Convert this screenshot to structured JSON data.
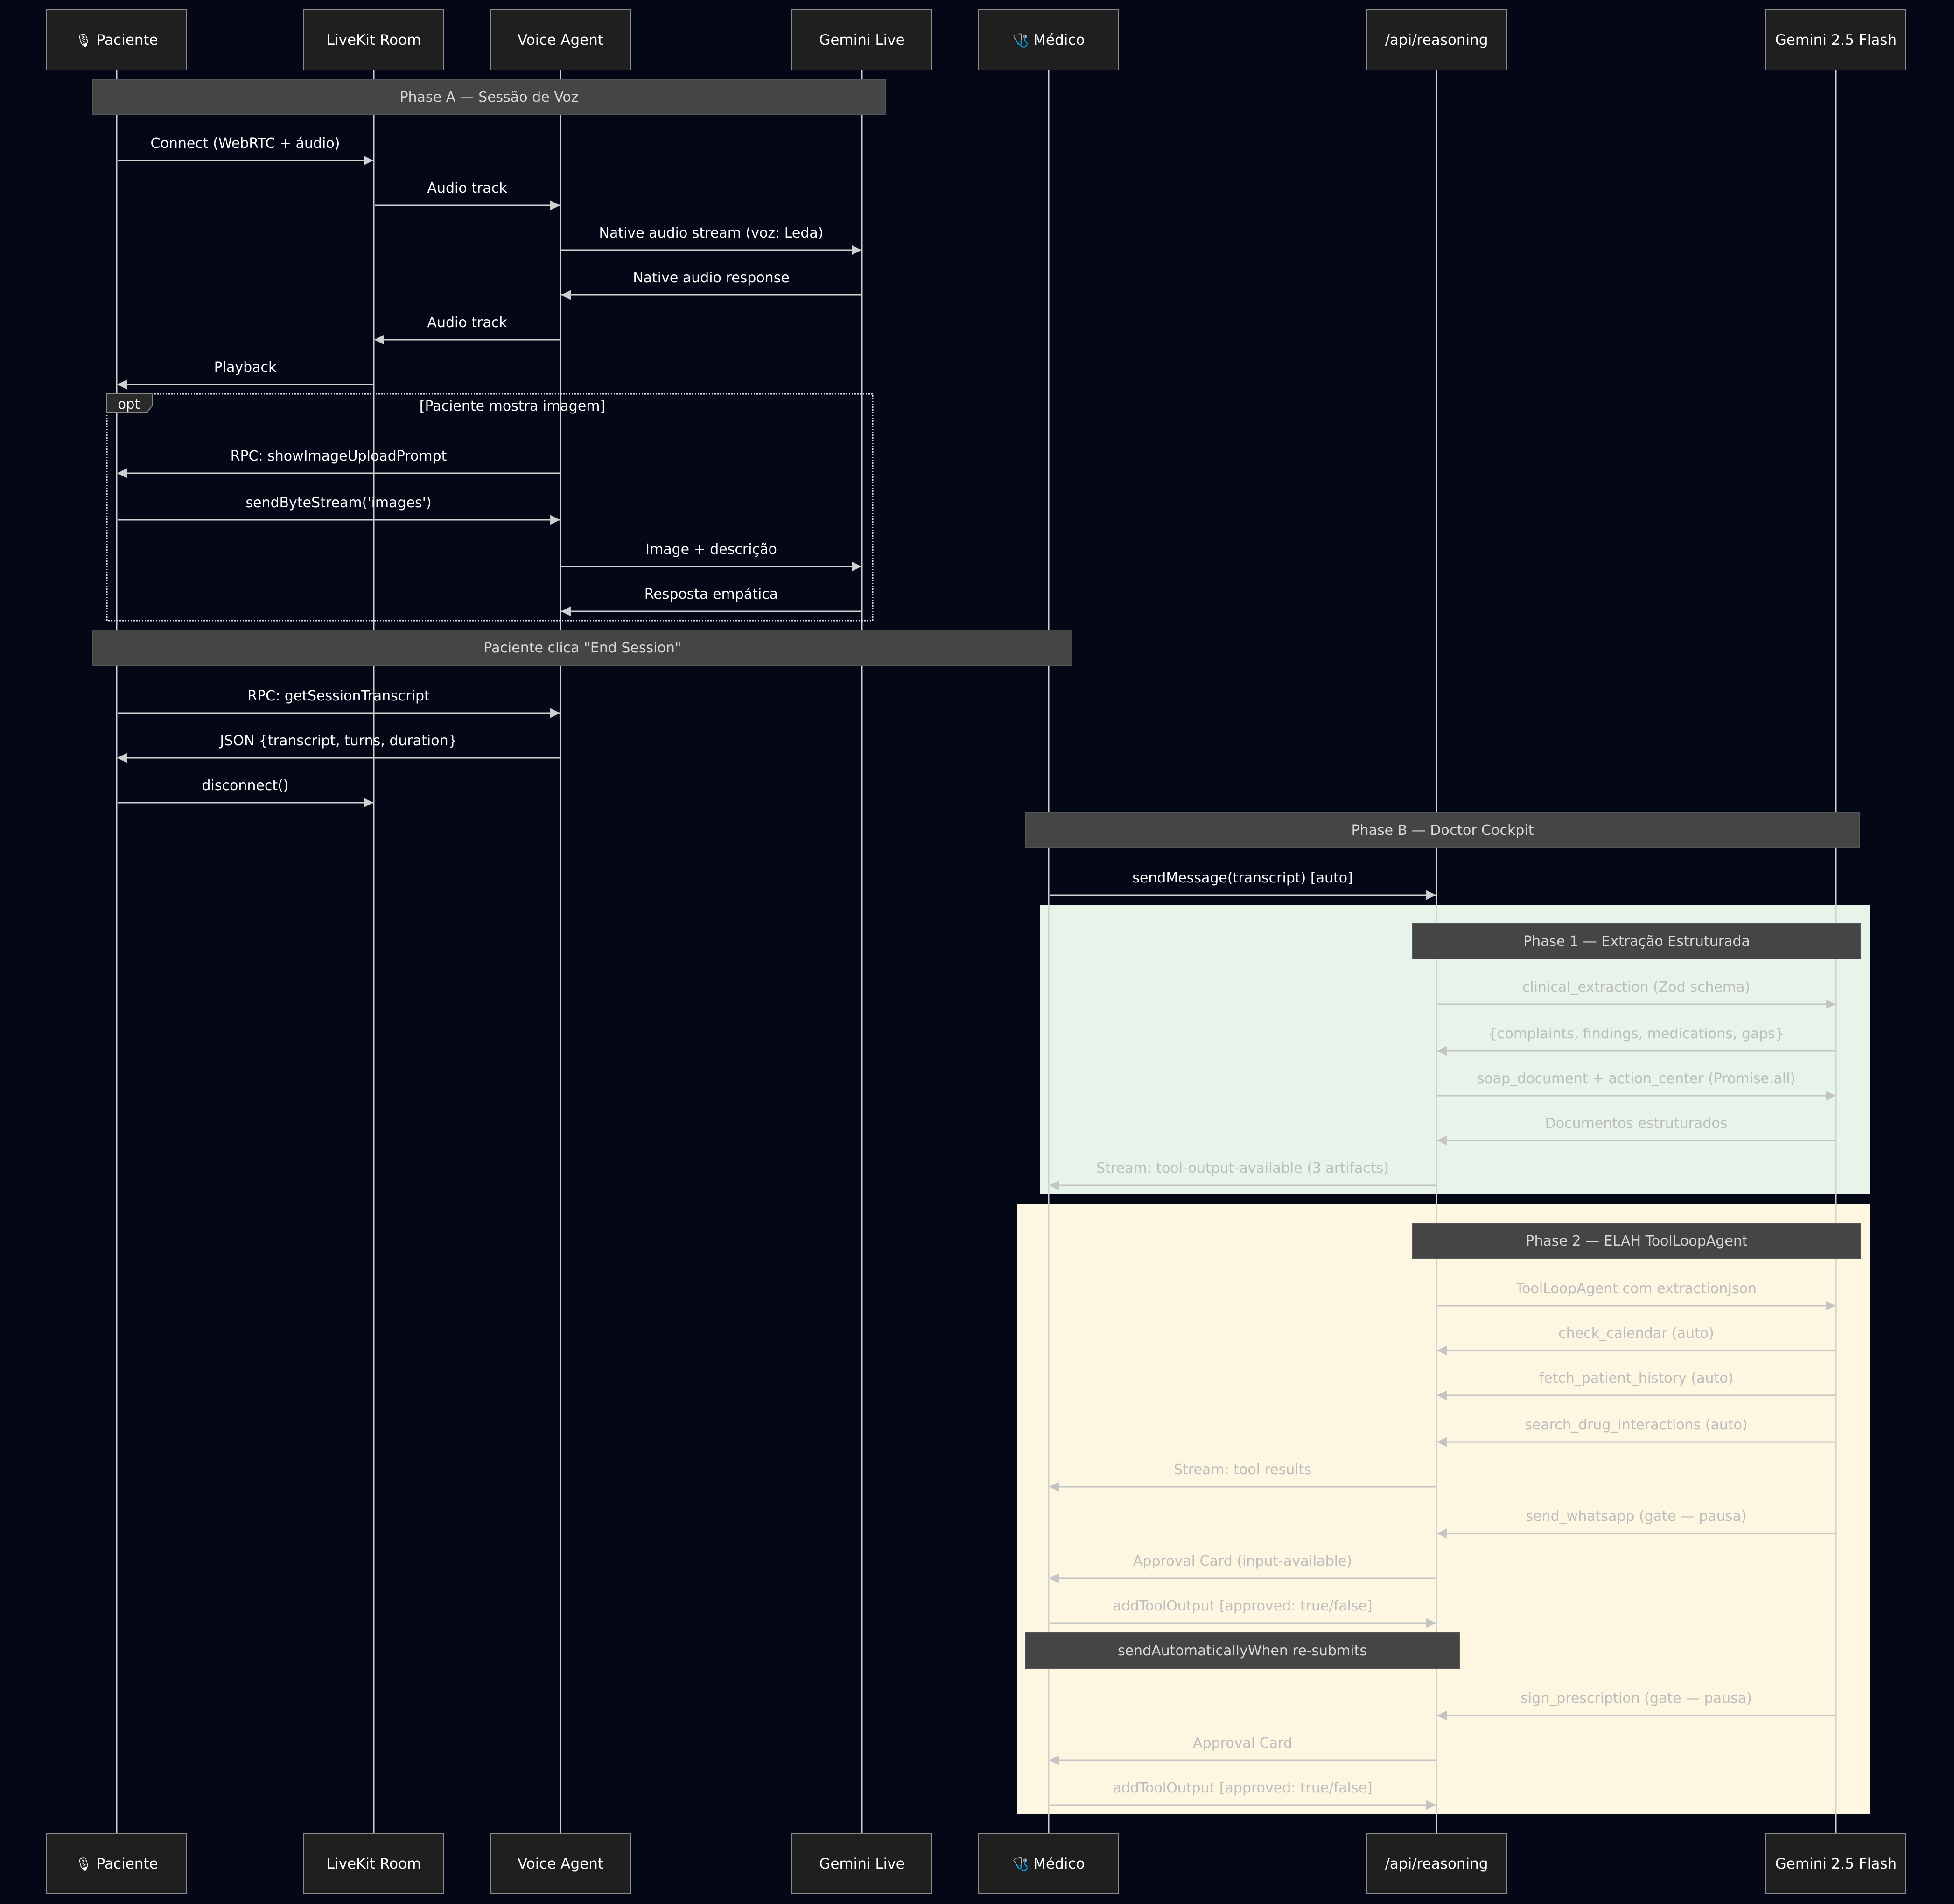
{
  "colors": {
    "background": "#040816",
    "lifeline": "#d0d0d0",
    "actor_fill": "#1f1f1f",
    "actor_stroke": "#8a8a8a",
    "actor_text": "#ffffff",
    "message_text": "#ffffff",
    "note_fill": "#454545",
    "note_stroke": "#555555",
    "note_text": "#d9d9d9",
    "phase1_fill": "#e6f4ea",
    "phase2_fill": "#fdf7e2",
    "faded_text": "#bcbcbc",
    "faded_line": "#c4c4c4",
    "opt_stroke": "#e0e0e0"
  },
  "participants": [
    {
      "id": "paciente",
      "label": "Paciente",
      "icon": "microphone-icon",
      "icon_glyph": "🎙"
    },
    {
      "id": "livekit",
      "label": "LiveKit Room"
    },
    {
      "id": "voice",
      "label": "Voice Agent"
    },
    {
      "id": "gemlive",
      "label": "Gemini Live"
    },
    {
      "id": "medico",
      "label": "Médico",
      "icon": "stethoscope-icon",
      "icon_glyph": "🩺"
    },
    {
      "id": "api",
      "label": "/api/reasoning"
    },
    {
      "id": "flash",
      "label": "Gemini 2.5 Flash"
    }
  ],
  "notes": {
    "phase_a": "Phase A — Sessão de Voz",
    "end_session": "Paciente clica \"End Session\"",
    "phase_b": "Phase B — Doctor Cockpit",
    "phase_1": "Phase 1 — Extração Estruturada",
    "phase_2": "Phase 2 — ELAH ToolLoopAgent",
    "resubmit": "sendAutomaticallyWhen re-submits"
  },
  "opt_block": {
    "keyword": "opt",
    "condition": "[Paciente mostra imagem]"
  },
  "messages": [
    {
      "from": "paciente",
      "to": "livekit",
      "text": "Connect (WebRTC + áudio)"
    },
    {
      "from": "livekit",
      "to": "voice",
      "text": "Audio track"
    },
    {
      "from": "voice",
      "to": "gemlive",
      "text": "Native audio stream (voz: Leda)"
    },
    {
      "from": "gemlive",
      "to": "voice",
      "text": "Native audio response"
    },
    {
      "from": "voice",
      "to": "livekit",
      "text": "Audio track"
    },
    {
      "from": "livekit",
      "to": "paciente",
      "text": "Playback"
    },
    {
      "from": "voice",
      "to": "paciente",
      "text": "RPC: showImageUploadPrompt"
    },
    {
      "from": "paciente",
      "to": "voice",
      "text": "sendByteStream('images')"
    },
    {
      "from": "voice",
      "to": "gemlive",
      "text": "Image + descrição"
    },
    {
      "from": "gemlive",
      "to": "voice",
      "text": "Resposta empática"
    },
    {
      "from": "paciente",
      "to": "voice",
      "text": "RPC: getSessionTranscript"
    },
    {
      "from": "voice",
      "to": "paciente",
      "text": "JSON {transcript, turns, duration}"
    },
    {
      "from": "paciente",
      "to": "livekit",
      "text": "disconnect()"
    },
    {
      "from": "medico",
      "to": "api",
      "text": "sendMessage(transcript) [auto]"
    },
    {
      "from": "api",
      "to": "flash",
      "text": "clinical_extraction (Zod schema)",
      "faded": true
    },
    {
      "from": "flash",
      "to": "api",
      "text": "{complaints, findings, medications, gaps}",
      "faded": true
    },
    {
      "from": "api",
      "to": "flash",
      "text": "soap_document + action_center (Promise.all)",
      "faded": true
    },
    {
      "from": "flash",
      "to": "api",
      "text": "Documentos estruturados",
      "faded": true
    },
    {
      "from": "api",
      "to": "medico",
      "text": "Stream: tool-output-available (3 artifacts)",
      "faded": true
    },
    {
      "from": "api",
      "to": "flash",
      "text": "ToolLoopAgent com extractionJson",
      "faded": true
    },
    {
      "from": "flash",
      "to": "api",
      "text": "check_calendar (auto)",
      "faded": true
    },
    {
      "from": "flash",
      "to": "api",
      "text": "fetch_patient_history (auto)",
      "faded": true
    },
    {
      "from": "flash",
      "to": "api",
      "text": "search_drug_interactions (auto)",
      "faded": true
    },
    {
      "from": "api",
      "to": "medico",
      "text": "Stream: tool results",
      "faded": true
    },
    {
      "from": "flash",
      "to": "api",
      "text": "send_whatsapp (gate — pausa)",
      "faded": true
    },
    {
      "from": "api",
      "to": "medico",
      "text": "Approval Card (input-available)",
      "faded": true
    },
    {
      "from": "medico",
      "to": "api",
      "text": "addToolOutput [approved: true/false]",
      "faded": true
    },
    {
      "from": "flash",
      "to": "api",
      "text": "sign_prescription (gate — pausa)",
      "faded": true
    },
    {
      "from": "api",
      "to": "medico",
      "text": "Approval Card",
      "faded": true
    },
    {
      "from": "medico",
      "to": "api",
      "text": "addToolOutput [approved: true/false]",
      "faded": true
    }
  ]
}
